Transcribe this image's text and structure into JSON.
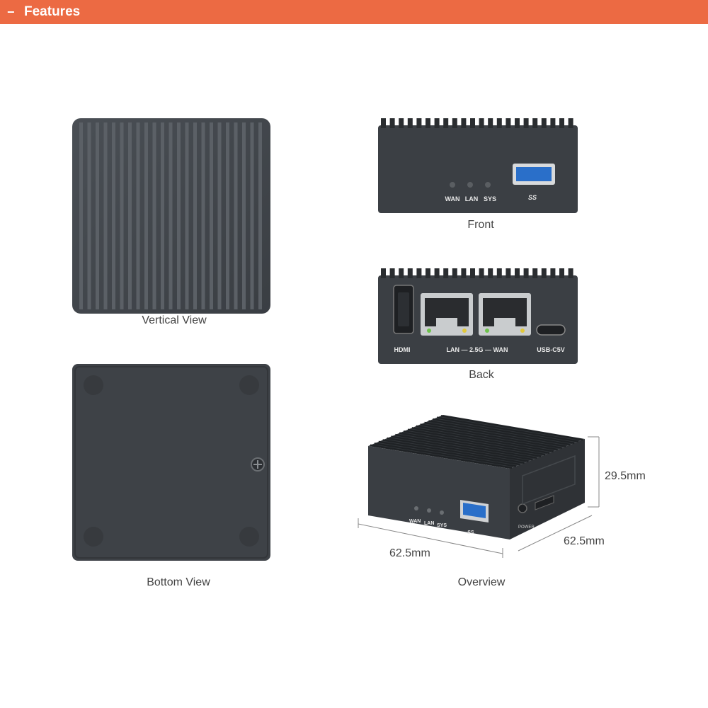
{
  "header": {
    "toggle_symbol": "−",
    "title": "Features"
  },
  "colors": {
    "accent": "#ec6a43",
    "device": "#3e4246",
    "device_dark": "#2e3134"
  },
  "views": {
    "vertical": {
      "caption": "Vertical View"
    },
    "front": {
      "caption": "Front",
      "led_labels": [
        "WAN",
        "LAN",
        "SYS"
      ],
      "usb_label": "SS"
    },
    "back": {
      "caption": "Back",
      "hdmi_label": "HDMI",
      "ports_label": "LAN — 2.5G — WAN",
      "usbc_label": "USB-C5V"
    },
    "bottom": {
      "caption": "Bottom View"
    },
    "overview": {
      "caption": "Overview",
      "height_dim": "29.5mm",
      "width_dim": "62.5mm",
      "depth_dim": "62.5mm",
      "led_labels": [
        "WAN",
        "LAN",
        "SYS"
      ],
      "power_label": "POWER",
      "usb_label": "SS"
    }
  }
}
